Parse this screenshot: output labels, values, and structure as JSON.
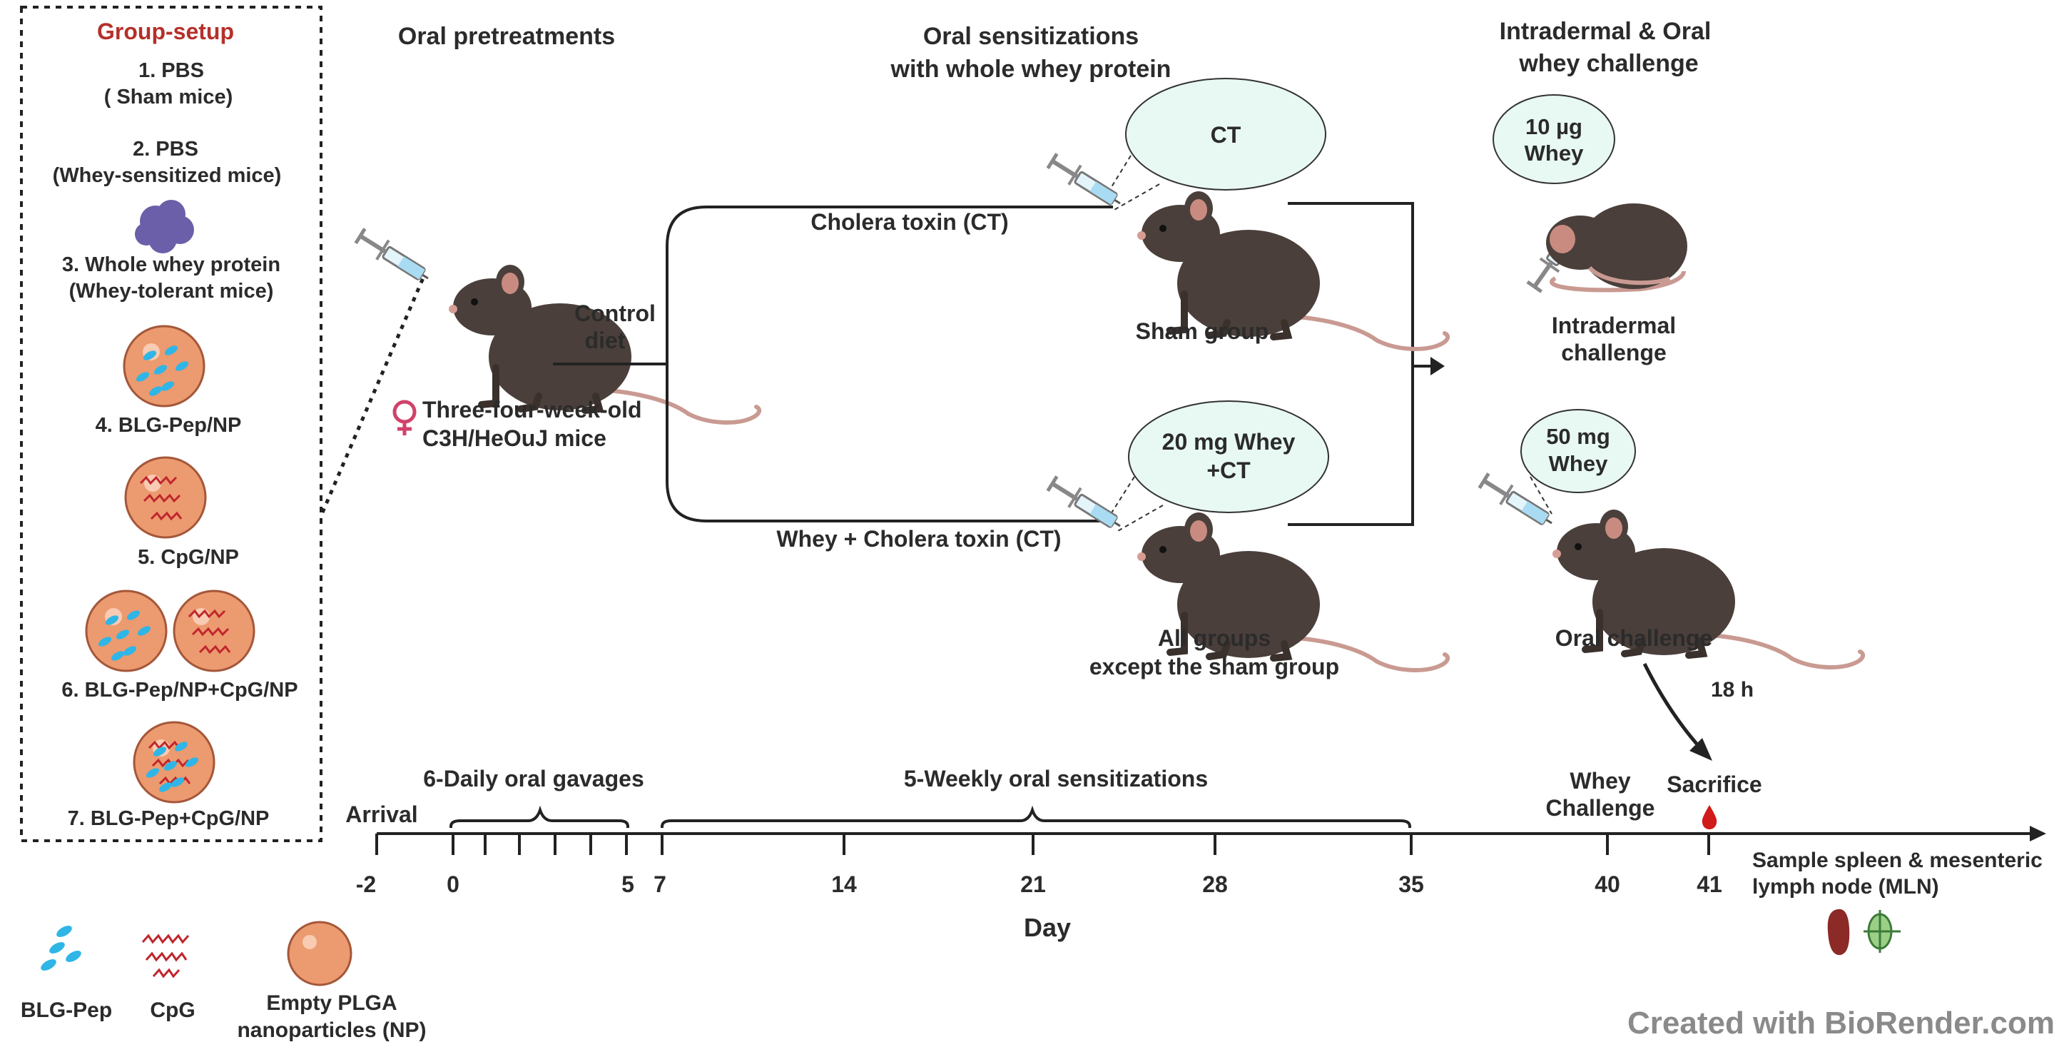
{
  "group_setup": {
    "title": "Group-setup",
    "g1_line1": "1.  PBS",
    "g1_line2": "( Sham mice)",
    "g2_line1": "2. PBS",
    "g2_line2": "(Whey-sensitized mice)",
    "g3_line1": "3. Whole whey protein",
    "g3_line2": "(Whey-tolerant mice)",
    "g4": "4. BLG-Pep/NP",
    "g5": "5. CpG/NP",
    "g6": "6. BLG-Pep/NP+CpG/NP",
    "g7": "7. BLG-Pep+CpG/NP"
  },
  "pretreat": {
    "title": "Oral pretreatments",
    "mice_line1": "Three-four-week-old",
    "mice_line2": "C3H/HeOuJ mice",
    "diet_line1": "Control",
    "diet_line2": "diet"
  },
  "sensitization": {
    "title_line1": "Oral sensitizations",
    "title_line2": "with whole whey protein",
    "upper_branch": "Cholera toxin (CT)",
    "upper_bubble": "CT",
    "upper_group": "Sham group",
    "lower_branch": "Whey + Cholera toxin (CT)",
    "lower_bubble_line1": "20 mg Whey",
    "lower_bubble_line2": "+CT",
    "lower_group_line1": "All groups",
    "lower_group_line2": "except the sham group"
  },
  "challenge": {
    "title_line1": "Intradermal & Oral",
    "title_line2": "whey challenge",
    "id_bubble_line1": "10 µg",
    "id_bubble_line2": "Whey",
    "id_label_line1": "Intradermal",
    "id_label_line2": "challenge",
    "oral_bubble_line1": "50 mg",
    "oral_bubble_line2": "Whey",
    "oral_label": "Oral challenge",
    "time": "18 h"
  },
  "timeline": {
    "ticks": [
      "-2",
      "0",
      "5",
      "7",
      "14",
      "21",
      "28",
      "35",
      "40",
      "41"
    ],
    "axis_label": "Day",
    "arrival": "Arrival",
    "gavages": "6-Daily oral gavages",
    "weekly": "5-Weekly oral sensitizations",
    "whey_line1": "Whey",
    "whey_line2": "Challenge",
    "sacrifice": "Sacrifice",
    "sample_line1": "Sample spleen & mesenteric",
    "sample_line2": "lymph node (MLN)"
  },
  "legend": {
    "pep": "BLG-Pep",
    "cpg": "CpG",
    "np_line1": "Empty PLGA",
    "np_line2": "nanoparticles (NP)"
  },
  "watermark": "Created with BioRender.com",
  "colors": {
    "group_title": "#b5302a",
    "mouse": "#4a3f3b",
    "mouse_tail": "#c99a92",
    "nanoparticle": "#ec9a6f",
    "peptide": "#2fb6e6",
    "cpg": "#c0262d",
    "bubble": "#e8f8f3",
    "blood": "#d11a1a",
    "female_symbol": "#d0426b"
  }
}
